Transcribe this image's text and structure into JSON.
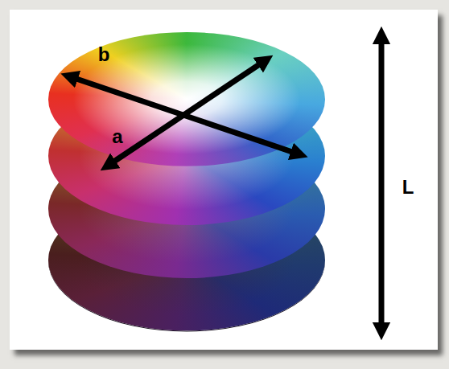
{
  "diagram": {
    "labels": [
      "b",
      "a",
      "L"
    ]
  }
}
